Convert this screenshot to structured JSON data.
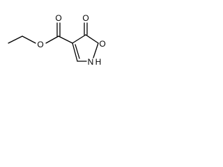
{
  "molecule": {
    "atom_labels": {
      "ester_carbonyl_oxygen": "O",
      "ester_oxygen": "O",
      "ring_carbonyl_oxygen": "O",
      "ring_oxygen": "O",
      "ring_nitrogen": "N",
      "ring_nh_hydrogen": "H"
    }
  },
  "colors": {
    "bond": "#000000",
    "label": "#000000",
    "background": "#ffffff"
  }
}
